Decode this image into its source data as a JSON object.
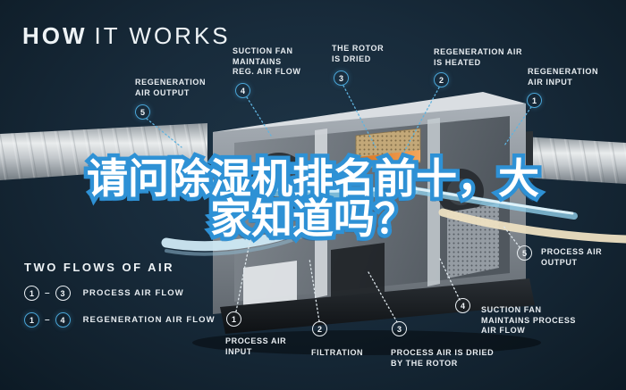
{
  "title": {
    "word1": "HOW",
    "word2": "IT WORKS"
  },
  "headline": {
    "line1": "请问除湿机排名前十，大",
    "line2": "家知道吗？"
  },
  "legend": {
    "title": "TWO FLOWS OF AIR",
    "dash": "–",
    "rows": [
      {
        "from": "1",
        "to": "3",
        "label": "PROCESS AIR FLOW"
      },
      {
        "from": "1",
        "to": "4",
        "label": "REGENERATION AIR FLOW"
      }
    ]
  },
  "callouts": [
    {
      "num": "5",
      "label": "REGENERATION\nAIR OUTPUT"
    },
    {
      "num": "4",
      "label": "SUCTION FAN\nMAINTAINS\nREG. AIR FLOW"
    },
    {
      "num": "3",
      "label": "THE ROTOR\nIS DRIED"
    },
    {
      "num": "2",
      "label": "REGENERATION AIR\nIS HEATED"
    },
    {
      "num": "1",
      "label": "REGENERATION\nAIR INPUT"
    },
    {
      "num": "1",
      "label": "PROCESS AIR\nINPUT"
    },
    {
      "num": "2",
      "label": "FILTRATION"
    },
    {
      "num": "3",
      "label": "PROCESS AIR IS DRIED\nBY THE ROTOR"
    },
    {
      "num": "4",
      "label": "SUCTION FAN\nMAINTAINS PROCESS\nAIR FLOW"
    },
    {
      "num": "5",
      "label": "PROCESS AIR\nOUTPUT"
    }
  ],
  "colors": {
    "background": "#182b3b",
    "accent": "#4aa6d8",
    "process_badge": "#e9eef2",
    "headline_fill": "#ffffff",
    "headline_stroke": "#2e91d5",
    "heater": "#e8823c",
    "airflow": "#a9dcef",
    "cream_airflow": "#ede0c2"
  }
}
